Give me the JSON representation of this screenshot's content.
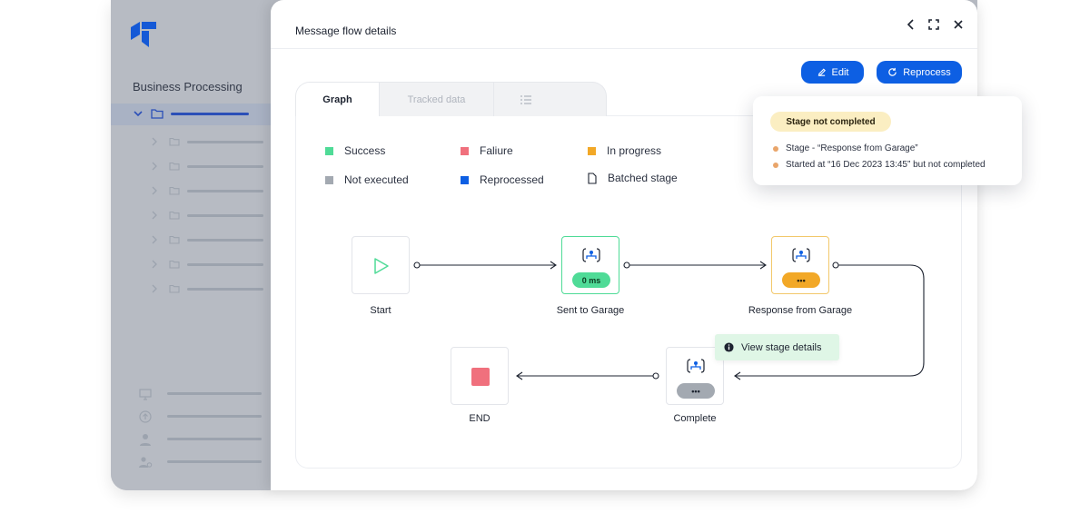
{
  "app": {
    "title": "Business Processing",
    "tree_rows": 7,
    "bottom_nav_icons": [
      "monitor-icon",
      "upload-icon",
      "user-icon",
      "users-settings-icon"
    ]
  },
  "modal": {
    "title": "Message flow details",
    "header_icons": [
      "chevron-left-icon",
      "expand-icon",
      "close-icon"
    ],
    "buttons": {
      "edit": "Edit",
      "reprocess": "Reprocess"
    },
    "tabs": {
      "graph": "Graph",
      "tracked": "Tracked data"
    }
  },
  "legend": {
    "success": "Success",
    "failure": "Faliure",
    "in_progress": "In progress",
    "not_executed": "Not executed",
    "reprocessed": "Reprocessed",
    "batched": "Batched stage"
  },
  "colors": {
    "success": "#4fdb97",
    "failure": "#f0707d",
    "in_progress": "#f2a827",
    "not_executed": "#a3a9b1",
    "reprocessed": "#0d5fe3",
    "accent": "#0d5fe3"
  },
  "flow": {
    "start": "Start",
    "sent": "Sent to Garage",
    "sent_pill": "0 ms",
    "response": "Response from Garage",
    "response_pill": "•••",
    "complete": "Complete",
    "complete_pill": "•••",
    "end": "END"
  },
  "tooltip": {
    "view_stage": "View stage details"
  },
  "popover": {
    "badge": "Stage not completed",
    "line1": "Stage - “Response from Garage”",
    "line2": "Started at “16 Dec 2023 13:45” but not completed"
  }
}
